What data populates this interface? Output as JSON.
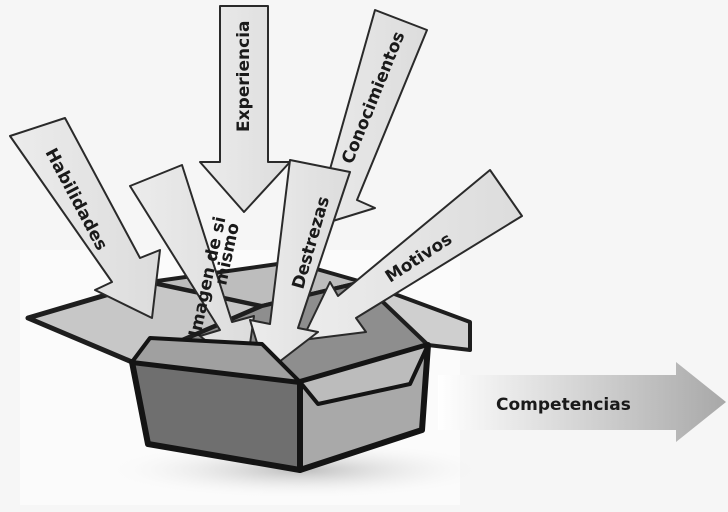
{
  "diagram": {
    "inputs": [
      {
        "label": "Experiencia"
      },
      {
        "label": "Conocimientos"
      },
      {
        "label": "Habilidades"
      },
      {
        "label": "Imagen de si"
      },
      {
        "label": "mismo"
      },
      {
        "label": "Destrezas"
      },
      {
        "label": "Motivos"
      }
    ],
    "output": {
      "label": "Competencias"
    }
  }
}
